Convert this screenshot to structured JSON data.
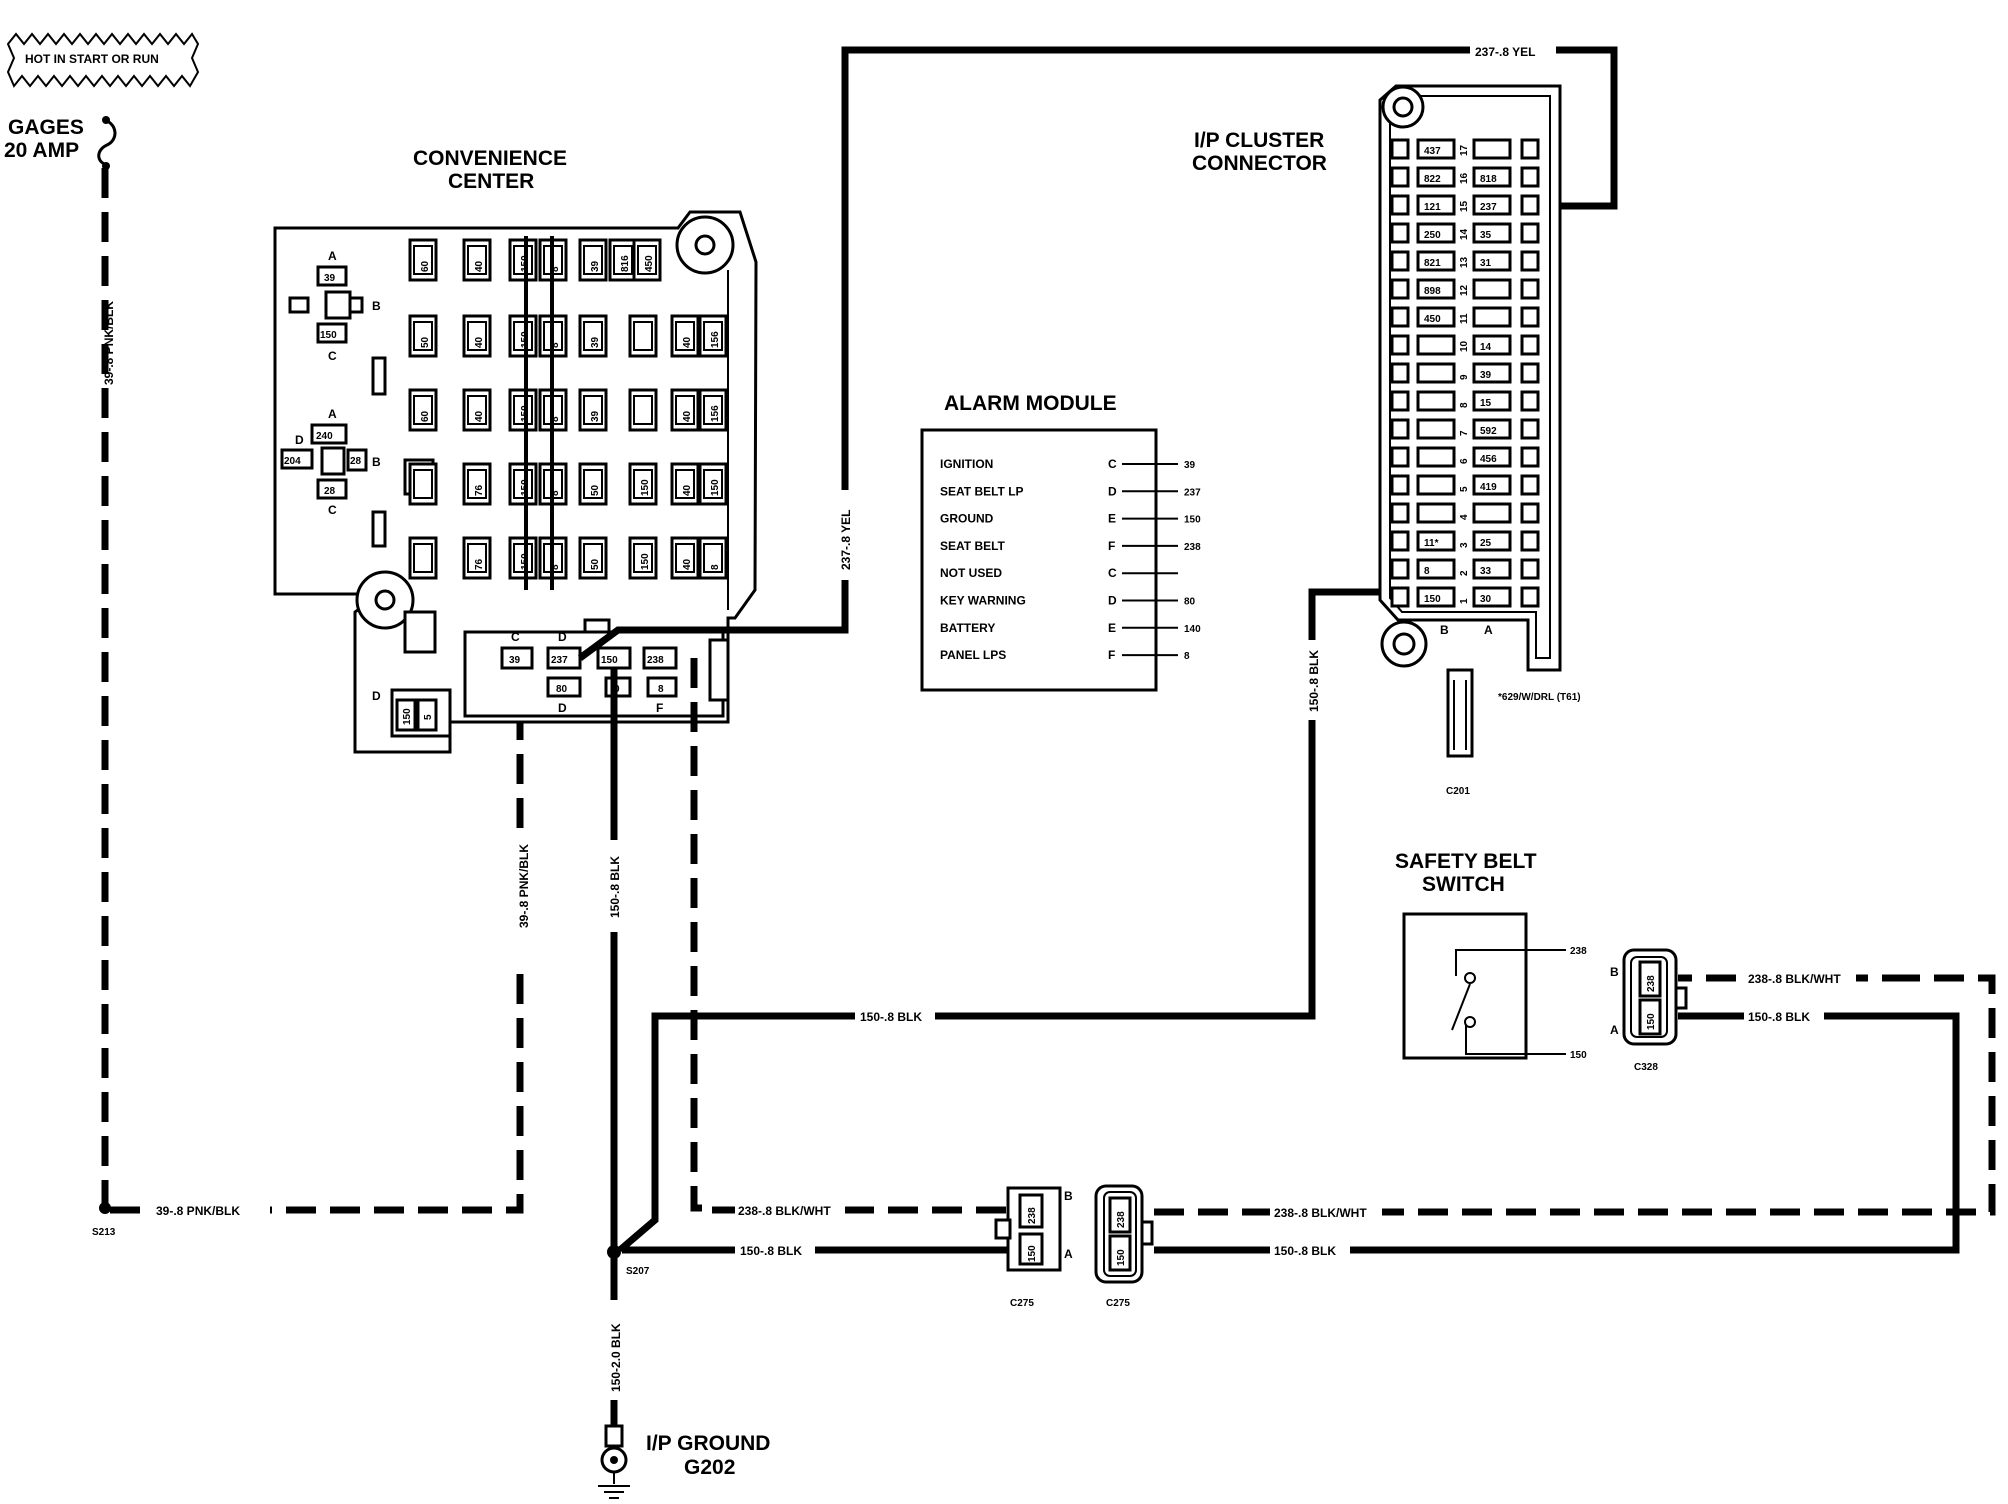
{
  "hot_tag": "HOT IN START OR RUN",
  "fuse": {
    "line1": "GAGES",
    "line2": "20 AMP"
  },
  "convenience_center": {
    "title_l1": "CONVENIENCE",
    "title_l2": "CENTER",
    "relay_top": {
      "a": "A",
      "b": "B",
      "c": "C",
      "t1": "39",
      "t2": "150"
    },
    "relay_mid": {
      "a": "A",
      "b": "B",
      "c": "C",
      "d": "D",
      "t1": "240",
      "t2": "204",
      "t3": "28",
      "t4": "28"
    },
    "fuse_col_labels": [
      "60",
      "40",
      "150",
      "8",
      "39",
      "816",
      "450"
    ],
    "fuse_row2": [
      "50",
      "40",
      "150",
      "8",
      "39",
      "",
      "40",
      "156"
    ],
    "fuse_row3": [
      "60",
      "40",
      "150",
      "8",
      "39",
      "",
      "40",
      "156"
    ],
    "fuse_row4": [
      "",
      "76",
      "150",
      "8",
      "50",
      "150",
      "40",
      "150"
    ],
    "fuse_row5": [
      "",
      "76",
      "150",
      "8",
      "50",
      "150",
      "40",
      "8"
    ],
    "lower_conn": {
      "c": "C",
      "d": "D",
      "f": "F",
      "p1": "39",
      "p2": "237",
      "p3": "150",
      "p4": "238",
      "p5": "80",
      "p6": "0",
      "p7": "8"
    },
    "side_conn": {
      "d": "D",
      "p1": "150",
      "p2": "5"
    }
  },
  "alarm_module": {
    "title": "ALARM MODULE",
    "rows": [
      {
        "label": "IGNITION",
        "pin": "C",
        "wire": "39"
      },
      {
        "label": "SEAT BELT LP",
        "pin": "D",
        "wire": "237"
      },
      {
        "label": "GROUND",
        "pin": "E",
        "wire": "150"
      },
      {
        "label": "SEAT BELT",
        "pin": "F",
        "wire": "238"
      },
      {
        "label": "NOT USED",
        "pin": "C",
        "wire": ""
      },
      {
        "label": "KEY WARNING",
        "pin": "D",
        "wire": "80"
      },
      {
        "label": "BATTERY",
        "pin": "E",
        "wire": "140"
      },
      {
        "label": "PANEL LPS",
        "pin": "F",
        "wire": "8"
      }
    ]
  },
  "ip_cluster": {
    "title_l1": "I/P CLUSTER",
    "title_l2": "CONNECTOR",
    "pins": [
      {
        "b": "437",
        "n": "17",
        "a": ""
      },
      {
        "b": "822",
        "n": "16",
        "a": "818"
      },
      {
        "b": "121",
        "n": "15",
        "a": "237"
      },
      {
        "b": "250",
        "n": "14",
        "a": "35"
      },
      {
        "b": "821",
        "n": "13",
        "a": "31"
      },
      {
        "b": "898",
        "n": "12",
        "a": ""
      },
      {
        "b": "450",
        "n": "11",
        "a": ""
      },
      {
        "b": "",
        "n": "10",
        "a": "14"
      },
      {
        "b": "",
        "n": "9",
        "a": "39"
      },
      {
        "b": "",
        "n": "8",
        "a": "15"
      },
      {
        "b": "",
        "n": "7",
        "a": "592"
      },
      {
        "b": "",
        "n": "6",
        "a": "456"
      },
      {
        "b": "",
        "n": "5",
        "a": "419"
      },
      {
        "b": "",
        "n": "4",
        "a": ""
      },
      {
        "b": "11*",
        "n": "3",
        "a": "25"
      },
      {
        "b": "8",
        "n": "2",
        "a": "33"
      },
      {
        "b": "150",
        "n": "1",
        "a": "30"
      }
    ],
    "col_b": "B",
    "col_a": "A",
    "footnote": "*629/W/DRL (T61)",
    "conn_id": "C201"
  },
  "safety_belt": {
    "title_l1": "SAFETY BELT",
    "title_l2": "SWITCH",
    "pin_top": "238",
    "pin_bottom": "150",
    "conn": {
      "b": "B",
      "a": "A",
      "p1": "238",
      "p2": "150",
      "id": "C328"
    }
  },
  "c275_left": {
    "b": "B",
    "a": "A",
    "p1": "238",
    "p2": "150",
    "id": "C275"
  },
  "c275_right": {
    "p1": "238",
    "p2": "150",
    "id": "C275"
  },
  "wires": {
    "w39_vert": "39-.8 PNK/BLK",
    "w39_horiz": "39-.8 PNK/BLK",
    "w39_vert2": "39-.8 PNK/BLK",
    "w237_top": "237-.8 YEL",
    "w237_vert": "237-.8 YEL",
    "w150_vert_cc": "150-.8 BLK",
    "w150_mid": "150-.8 BLK",
    "w150_cluster": "150-.8 BLK",
    "w238_left": "238-.8 BLK/WHT",
    "w150_left": "150-.8 BLK",
    "w238_right": "238-.8 BLK/WHT",
    "w150_right": "150-.8 BLK",
    "w238_sb": "238-.8 BLK/WHT",
    "w150_sb": "150-.8 BLK",
    "w150_gnd": "150-2.0 BLK"
  },
  "splices": {
    "s213": "S213",
    "s207": "S207"
  },
  "ground": {
    "l1": "I/P GROUND",
    "l2": "G202"
  }
}
